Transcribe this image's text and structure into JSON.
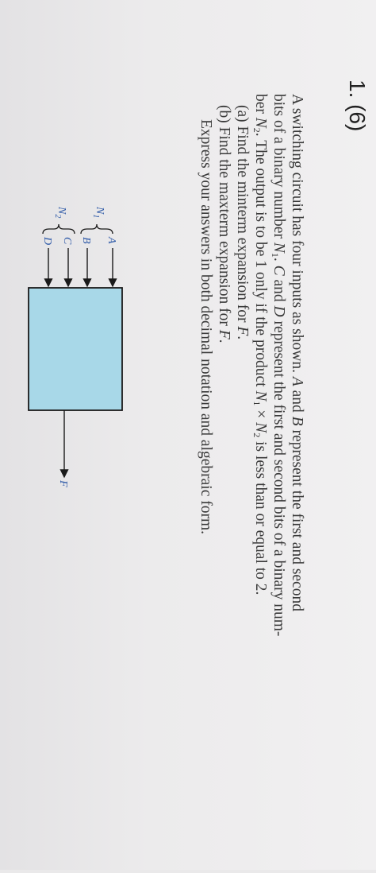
{
  "problem": {
    "number": "1. (6)"
  },
  "text": {
    "line1_a": "A switching circuit has four inputs as shown. ",
    "line1_A": "A",
    "line1_b": " and ",
    "line1_B": "B",
    "line1_c": " represent the first and second",
    "line2_a": "bits of a binary number ",
    "line2_N": "N",
    "line2_sub": "1",
    "line2_b": ". ",
    "line2_C": "C",
    "line2_c": " and ",
    "line2_D": "D",
    "line2_d": " represent the first and second bits of a binary num-",
    "line3_a": "ber ",
    "line3_N": "N",
    "line3_sub": "2",
    "line3_b": ". The output is to be 1 only if the product ",
    "line3_N1": "N",
    "line3_sub1": "1",
    "line3_times": " × ",
    "line3_N2": "N",
    "line3_sub2": "2",
    "line3_c": " is less than or equal to 2.",
    "line4_a": "(a) Find the minterm expansion for ",
    "line4_F": "F",
    "line4_b": ".",
    "line5_a": "(b) Find the maxterm expansion for ",
    "line5_F": "F",
    "line5_b": ".",
    "line6": "Express your answers in both decimal notation and algebraic form."
  },
  "diagram": {
    "n1_label": "N",
    "n1_sub": "1",
    "n2_label": "N",
    "n2_sub": "2",
    "inputs": [
      "A",
      "B",
      "C",
      "D"
    ],
    "output": "F",
    "colors": {
      "box_fill": "#a8d8e8",
      "box_stroke": "#1a1a1a",
      "label": "#2f5aa8"
    }
  }
}
